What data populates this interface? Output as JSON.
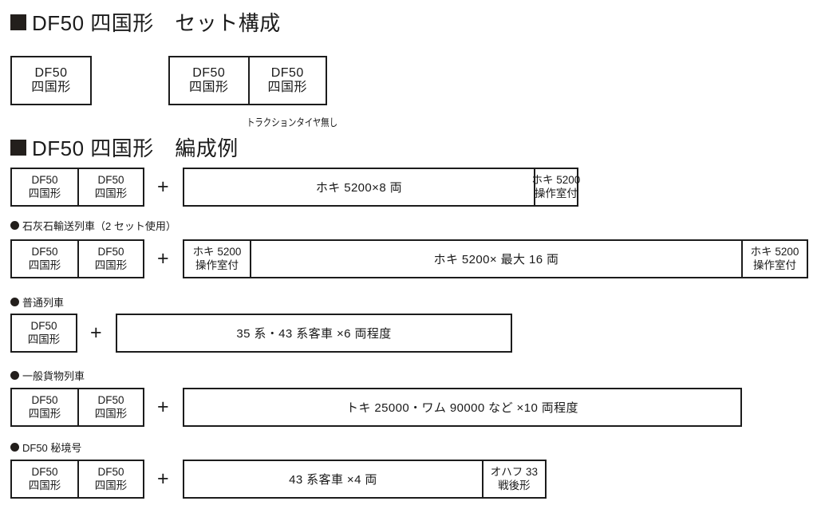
{
  "page": {
    "background": "#ffffff",
    "ink": "#1c1c1c"
  },
  "headings": {
    "set_composition": "DF50 四国形　セット構成",
    "formation_examples": "DF50 四国形　編成例"
  },
  "set_composition": {
    "single_set": {
      "cars": [
        {
          "line1": "DF50",
          "line2": "四国形"
        }
      ]
    },
    "double_set": {
      "cars": [
        {
          "line1": "DF50",
          "line2": "四国形"
        },
        {
          "line1": "DF50",
          "line2": "四国形"
        }
      ],
      "caption": "トラクションタイヤ無し"
    }
  },
  "formations": [
    {
      "label": "",
      "locos": [
        {
          "line1": "DF50",
          "line2": "四国形"
        },
        {
          "line1": "DF50",
          "line2": "四国形"
        }
      ],
      "plus": "+",
      "consist": [
        {
          "text": "ホキ 5200×8 両"
        },
        {
          "line1": "ホキ 5200",
          "line2": "操作室付"
        }
      ]
    },
    {
      "label": "石灰石輸送列車（2 セット使用）",
      "locos": [
        {
          "line1": "DF50",
          "line2": "四国形"
        },
        {
          "line1": "DF50",
          "line2": "四国形"
        }
      ],
      "plus": "+",
      "consist": [
        {
          "line1": "ホキ 5200",
          "line2": "操作室付"
        },
        {
          "text": "ホキ 5200× 最大 16 両"
        },
        {
          "line1": "ホキ 5200",
          "line2": "操作室付"
        }
      ]
    },
    {
      "label": "普通列車",
      "locos": [
        {
          "line1": "DF50",
          "line2": "四国形"
        }
      ],
      "plus": "+",
      "consist": [
        {
          "text": "35 系・43 系客車 ×6 両程度"
        }
      ]
    },
    {
      "label": "一般貨物列車",
      "locos": [
        {
          "line1": "DF50",
          "line2": "四国形"
        },
        {
          "line1": "DF50",
          "line2": "四国形"
        }
      ],
      "plus": "+",
      "consist": [
        {
          "text": "トキ 25000・ワム 90000 など ×10 両程度"
        }
      ]
    },
    {
      "label": "DF50 秘境号",
      "locos": [
        {
          "line1": "DF50",
          "line2": "四国形"
        },
        {
          "line1": "DF50",
          "line2": "四国形"
        }
      ],
      "plus": "+",
      "consist": [
        {
          "text": "43 系客車 ×4 両"
        },
        {
          "line1": "オハフ 33",
          "line2": "戦後形"
        }
      ]
    }
  ]
}
